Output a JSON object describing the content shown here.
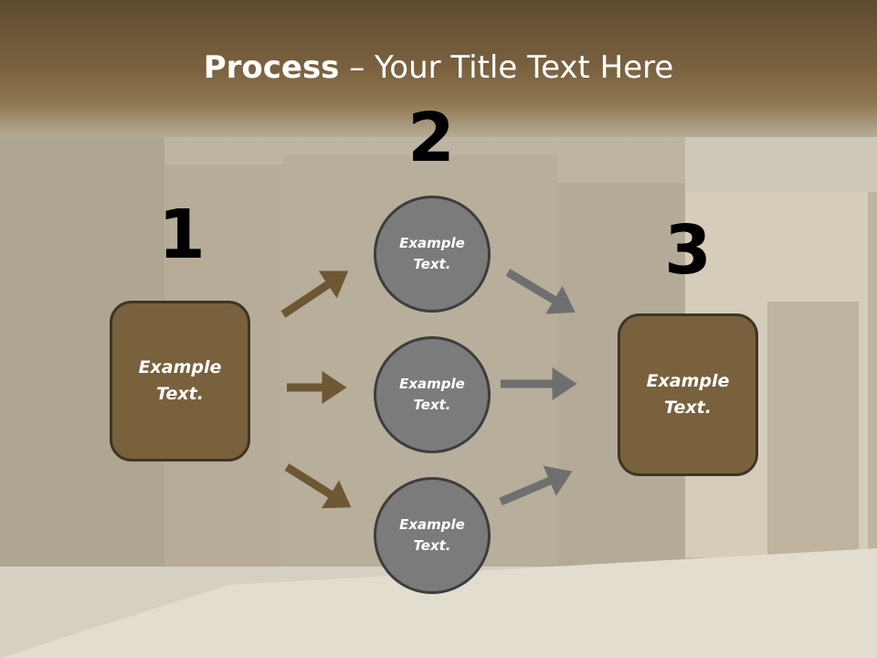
{
  "slide": {
    "title_bold": "Process",
    "title_rest": " – Your Title Text Here"
  },
  "steps": {
    "step1": {
      "number": "1",
      "box_line1": "Example",
      "box_line2": "Text."
    },
    "step2": {
      "number": "2"
    },
    "step3": {
      "number": "3",
      "box_line1": "Example",
      "box_line2": "Text."
    }
  },
  "circles": [
    {
      "line1": "Example",
      "line2": "Text."
    },
    {
      "line1": "Example",
      "line2": "Text."
    },
    {
      "line1": "Example",
      "line2": "Text."
    }
  ],
  "colors": {
    "header_brown": "#6b5535",
    "box_fill": "#78613c",
    "circle_fill": "#7b7b7b",
    "arrow_brown": "#6e5733",
    "arrow_gray": "#6f6f6f"
  }
}
